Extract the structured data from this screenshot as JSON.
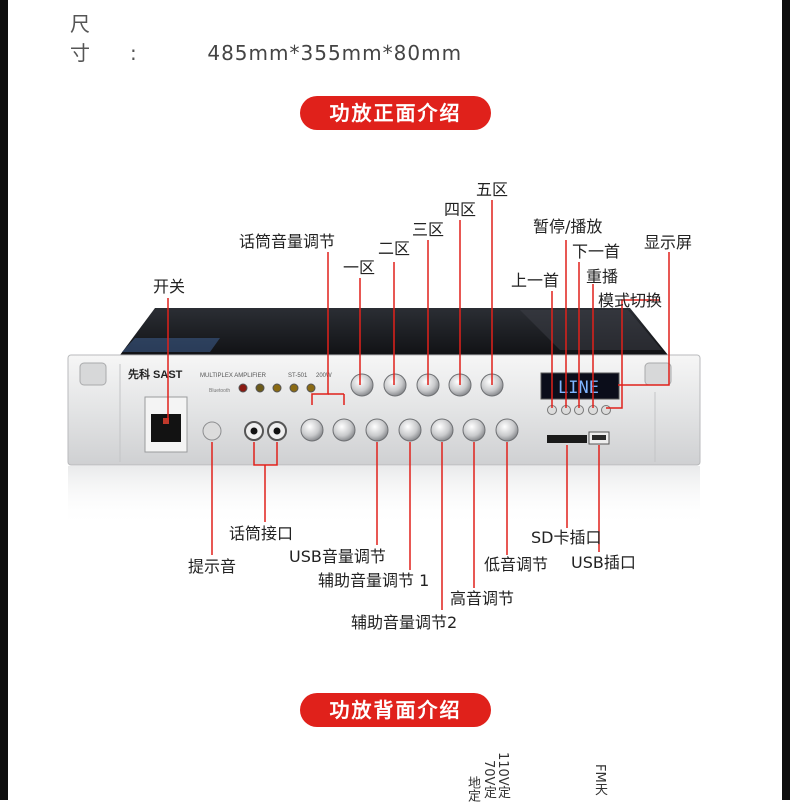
{
  "spec": {
    "label": "尺  寸:",
    "value": "485mm*355mm*80mm"
  },
  "sections": {
    "front_title": "功放正面介绍",
    "back_title": "功放背面介绍"
  },
  "device": {
    "brand": "先科 SAST",
    "subtitle": "MULTIPLEX AMPLIFIER",
    "model": "ST-501",
    "power": "200W",
    "bluetooth": "Bluetooth",
    "display": "LINE"
  },
  "labels": {
    "zone5": "五区",
    "zone4": "四区",
    "zone3": "三区",
    "zone2": "二区",
    "zone1": "一区",
    "mic_volume": "话筒音量调节",
    "power_switch": "开关",
    "pause_play": "暂停/播放",
    "next": "下一首",
    "prev": "上一首",
    "repeat": "重播",
    "mode": "模式切换",
    "screen": "显示屏",
    "mic_jack": "话筒接口",
    "prompt_tone": "提示音",
    "usb_volume": "USB音量调节",
    "aux_volume_1": "辅助音量调节 1",
    "aux_volume_2": "辅助音量调节2",
    "treble": "高音调节",
    "bass": "低音调节",
    "sd_slot": "SD卡插口",
    "usb_slot": "USB插口"
  },
  "back_labels": [
    "110V定",
    "70V定",
    "地定",
    "FM天"
  ],
  "colors": {
    "accent": "#e0211b",
    "panel": "#e9eaeb",
    "lid": "#1a1c20"
  }
}
